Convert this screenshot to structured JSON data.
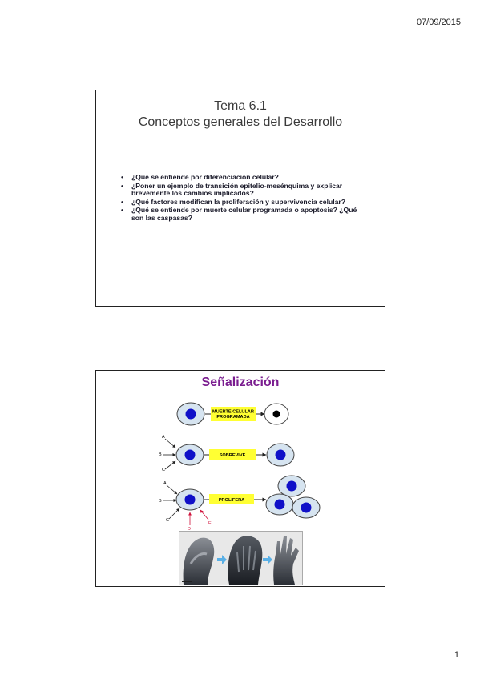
{
  "header": {
    "date": "07/09/2015"
  },
  "footer": {
    "page_number": "1"
  },
  "slide1": {
    "title_line1": "Tema 6.1",
    "title_line2": "Conceptos generales del Desarrollo",
    "questions": [
      "¿Qué se entiende por diferenciación celular?",
      "¿Poner un ejemplo de transición epitelio-mesénquima y explicar brevemente los cambios implicados?",
      "¿Qué factores modifican la proliferación y supervivencia celular?",
      "¿Qué se entiende por muerte celular programada o apoptosis? ¿Qué son las caspasas?"
    ]
  },
  "slide2": {
    "title": "Señalización",
    "rows": [
      {
        "label_line1": "MUERTE CELULAR",
        "label_line2": "PROGRAMADA"
      },
      {
        "label_line1": "SOBREVIVE",
        "label_line2": ""
      },
      {
        "label_line1": "PROLIFERA",
        "label_line2": ""
      }
    ],
    "signals": [
      "A",
      "B",
      "C"
    ],
    "extra_signals": [
      "D",
      "E"
    ],
    "colors": {
      "title": "#7a1c8f",
      "label_box": "#ffff33",
      "nucleus": "#1010c8",
      "cell_fill": "#d6e4f0",
      "red_signal": "#d0103a"
    }
  }
}
